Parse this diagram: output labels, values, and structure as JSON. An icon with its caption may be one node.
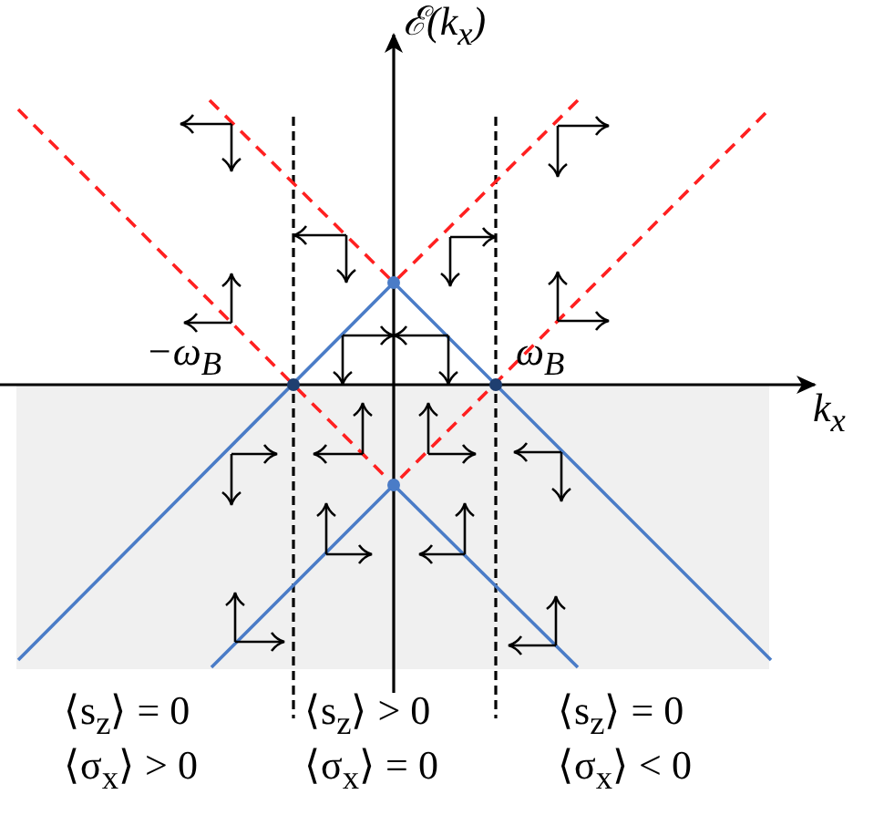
{
  "diagram": {
    "labels": [
      "ℰ(k$_{x}$)",
      "−ω$_{B}$",
      "ω$_{B}$",
      "k$_{x}$",
      "⟨s$_{z}$⟩ = 0",
      "⟨s$_{z}$⟩ > 0",
      "⟨s$_{z}$⟩ = 0",
      "⟨σ$_{x}$⟩ > 0",
      "⟨σ$_{x}$⟩ = 0",
      "⟨σ$_{x}$⟩ < 0"
    ]
  }
}
